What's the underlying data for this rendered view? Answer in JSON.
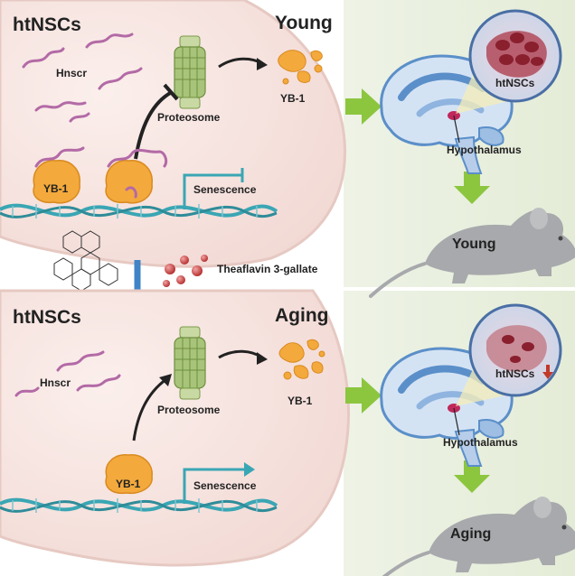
{
  "top_panel": {
    "cell_label": "htNSCs",
    "state_label": "Young",
    "hnscr_label": "Hnscr",
    "proteosome_label": "Proteosome",
    "yb1_released_label": "YB-1",
    "yb1_bound_label": "YB-1",
    "senescence_label": "Senescence",
    "hypothalamus_label": "Hypothalamus",
    "inset_label": "htNSCs",
    "mouse_label": "Young"
  },
  "inhibitor": {
    "compound_label": "Theaflavin 3-gallate"
  },
  "bottom_panel": {
    "cell_label": "htNSCs",
    "state_label": "Aging",
    "hnscr_label": "Hnscr",
    "proteosome_label": "Proteosome",
    "yb1_released_label": "YB-1",
    "yb1_bound_label": "YB-1",
    "senescence_label": "Senescence",
    "hypothalamus_label": "Hypothalamus",
    "inset_label": "htNSCs",
    "mouse_label": "Aging"
  },
  "colors": {
    "cell_fill": "#f6e3e0",
    "cell_border": "#e6c9c2",
    "right_panel": "#e9f0df",
    "arrow_green": "#8cc63f",
    "yb1_orange": "#f3a93c",
    "rna_purple": "#b36aa6",
    "dna_teal": "#3aa6b4",
    "proteasome_green": "#a8c47a",
    "brain_blue": "#5b8fc9",
    "mouse_grey": "#a7a9ac",
    "inhibitor_blue": "#3f84c6",
    "down_arrow_red": "#c0392b"
  }
}
